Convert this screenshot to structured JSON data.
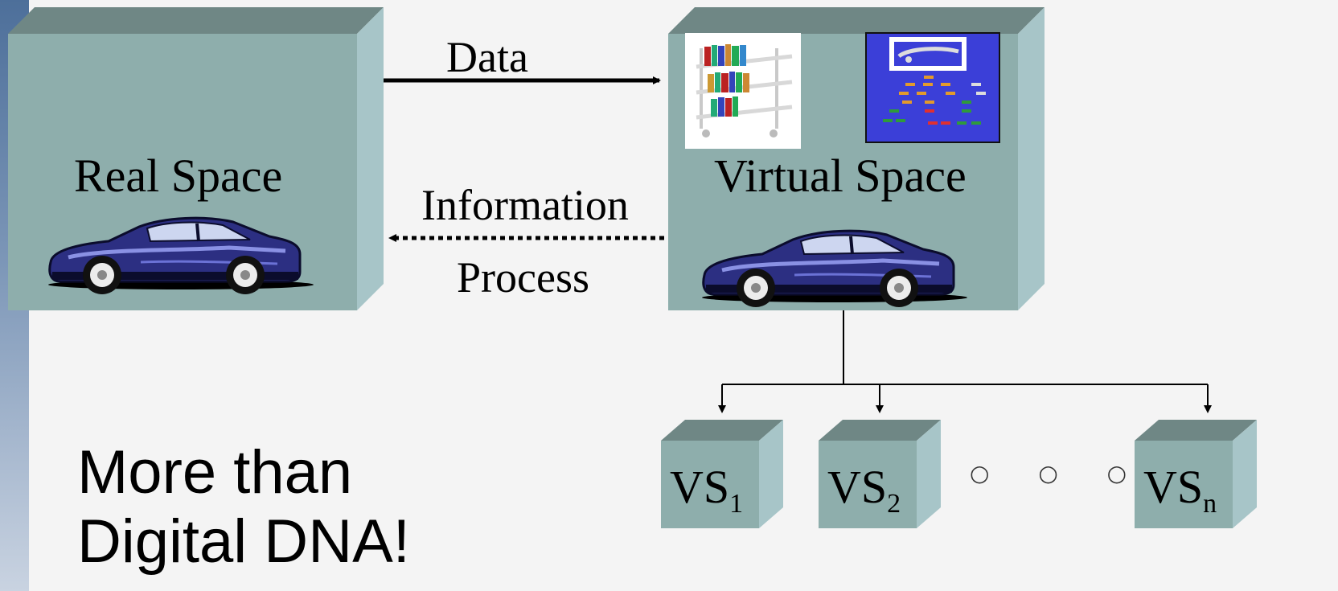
{
  "boxes": {
    "real_space": "Real Space",
    "virtual_space": "Virtual Space"
  },
  "arrows": {
    "data": "Data",
    "information": "Information",
    "process": "Process"
  },
  "virtual_subspaces": [
    {
      "base": "VS",
      "sub": "1"
    },
    {
      "base": "VS",
      "sub": "2"
    },
    {
      "base": "VS",
      "sub": "n"
    }
  ],
  "ellipsis": "○ ○ ○",
  "tagline": {
    "line1": "More than",
    "line2": "Digital DNA!"
  },
  "colors": {
    "box_front": "#8eaeac",
    "box_top": "#6f8785",
    "box_side": "#a7c5c8",
    "car_body": "#2c2f82",
    "monitor_bg": "#3b3fd8"
  }
}
